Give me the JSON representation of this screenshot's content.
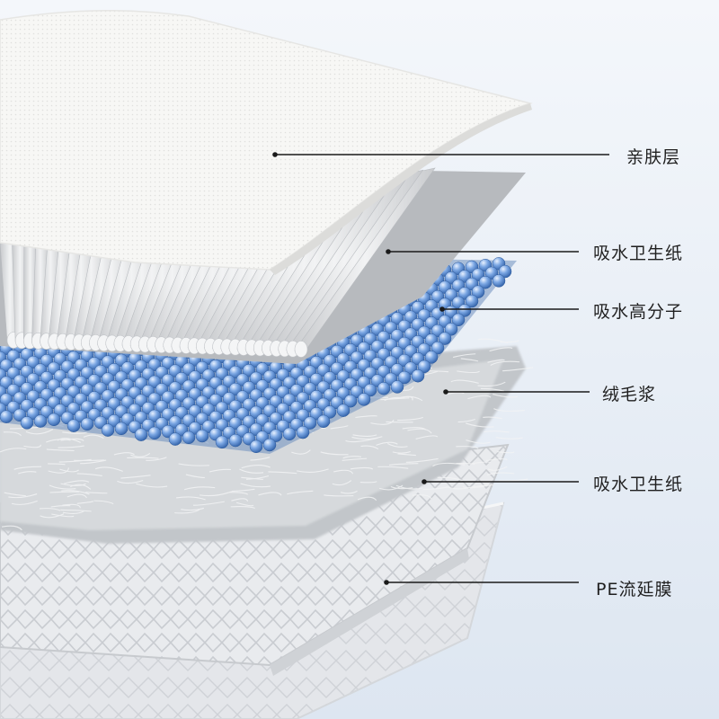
{
  "colors": {
    "background_top": "#f4f7fb",
    "background_bottom": "#dde6f1",
    "sheet_white": "#f7f7f5",
    "tube_grey": "#d8dadc",
    "bead_blue": "#5d8fd6",
    "fluff_grey": "#bfc3c7",
    "film_grey": "#e6e8eb",
    "leader_line": "#1a1a1a"
  },
  "layers": [
    {
      "label": "亲肤层"
    },
    {
      "label": "吸水卫生纸"
    },
    {
      "label": "吸水高分子"
    },
    {
      "label": "绒毛浆"
    },
    {
      "label": "吸水卫生纸"
    },
    {
      "label": "PE流延膜"
    }
  ]
}
